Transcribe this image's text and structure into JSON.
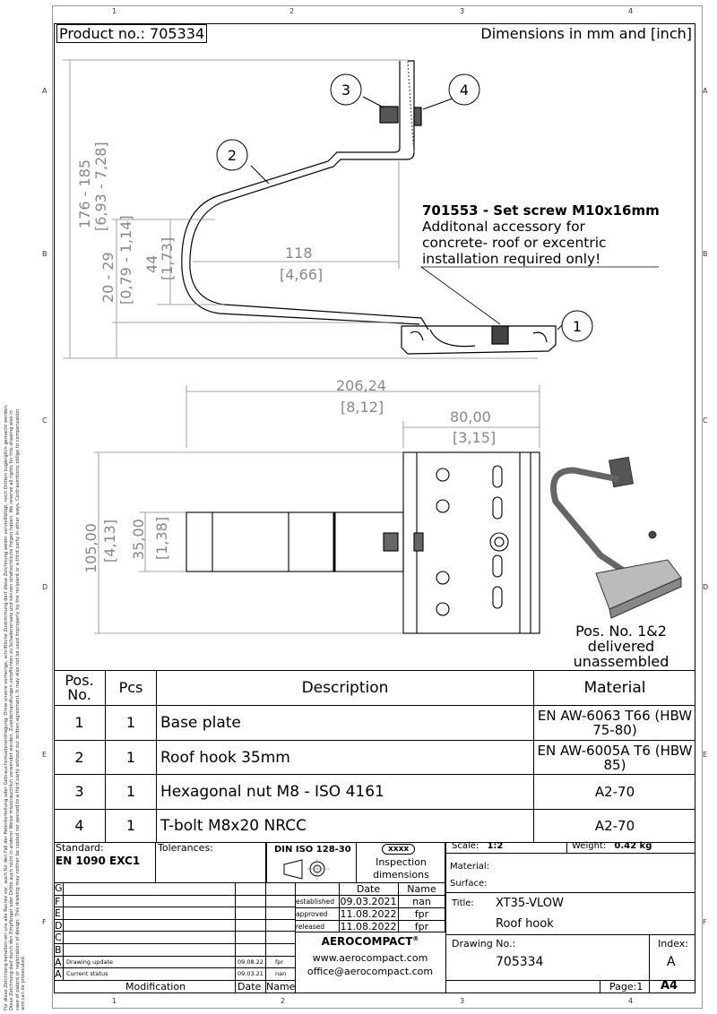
{
  "header": {
    "product_no": "Product no.: 705334",
    "units": "Dimensions in mm and [inch]"
  },
  "zones": {
    "cols": [
      "1",
      "2",
      "3",
      "4"
    ],
    "rows": [
      "A",
      "B",
      "C",
      "D",
      "E",
      "F"
    ]
  },
  "legal_notice": "Für diese Zeichnung behalten wir uns alle Rechte vor, auch für den Fall der Patenterteilung oder Gebrauchsmustereintragung. Ohne unsere vorherige, schriftliche Zustimmung darf diese Zeichnung weder vervielfältigt, noch Dritten zugänglich gemacht werden. Diese Zeichnung darf durch den Empfänger oder Dritte auch nicht in anderer Weise missbräuchlich verwendet werden. Zuwiderhandlungen verpflichten zu Schadenersatz und können strafrechtliche Folgen haben. We reserve all rights for this drawing also in case of patent or registration of design. This drawing may neither be copied nor opened to a third party without our written agreement. It may also not be used improperly by the recipient or a third party in other ways. Contraventions oblige to compensation and can be prosecuted.",
  "drawing": {
    "balloons": [
      "1",
      "2",
      "3",
      "4"
    ],
    "dims": {
      "overall_height": "176 - 185",
      "overall_height_in": "[6,93 - 7,28]",
      "base_height": "20 - 29",
      "base_height_in": "[0,79 - 1,14]",
      "gap": "44",
      "gap_in": "[1,73]",
      "reach": "118",
      "reach_in": "[4,66]",
      "length": "206,24",
      "length_in": "[8,12]",
      "plate": "80,00",
      "plate_in": "[3,15]",
      "width": "105,00",
      "width_in": "[4,13]",
      "hook_width": "35,00",
      "hook_width_in": "[1,38]"
    },
    "note": {
      "title": "701553 - Set screw M10x16mm",
      "line1": "Additonal accessory for",
      "line2": "concrete- roof or excentric",
      "line3": "installation required only!"
    },
    "delivery_note": {
      "line1": "Pos. No. 1&2",
      "line2": "delivered",
      "line3": "unassembled"
    }
  },
  "parts_table": {
    "headers": {
      "pos": "Pos. No.",
      "pcs": "Pcs",
      "description": "Description",
      "material": "Material"
    },
    "rows": [
      {
        "pos": "1",
        "pcs": "1",
        "description": "Base plate",
        "material": "EN AW-6063 T66 (HBW 75-80)"
      },
      {
        "pos": "2",
        "pcs": "1",
        "description": "Roof hook 35mm",
        "material": "EN AW-6005A T6 (HBW 85)"
      },
      {
        "pos": "3",
        "pcs": "1",
        "description": "Hexagonal nut M8 - ISO 4161",
        "material": "A2-70"
      },
      {
        "pos": "4",
        "pcs": "1",
        "description": "T-bolt M8x20 NRCC",
        "material": "A2-70"
      }
    ]
  },
  "title_block": {
    "standard_label": "Standard:",
    "standard": "EN 1090 EXC1",
    "tolerances_label": "Tolerances:",
    "din": "DIN ISO 128-30",
    "inspection_badge": "xxxx",
    "inspection_l1": "Inspection",
    "inspection_l2": "dimensions",
    "scale_label": "Scale:",
    "scale": "1:2",
    "weight_label": "Weight:",
    "weight": "0.42 kg",
    "material_label": "Material:",
    "surface_label": "Surface:",
    "title_label": "Title:",
    "title1": "XT35-VLOW",
    "title2": "Roof hook",
    "drawing_no_label": "Drawing No.:",
    "drawing_no": "705334",
    "index_label": "Index:",
    "index": "A",
    "page": "Page:1",
    "format": "A4",
    "date_header": "Date",
    "name_header": "Name",
    "approvals": [
      {
        "label": "established",
        "date": "09.03.2021",
        "name": "nan"
      },
      {
        "label": "approved",
        "date": "11.08.2022",
        "name": "fpr"
      },
      {
        "label": "released",
        "date": "11.08.2022",
        "name": "fpr"
      }
    ],
    "company": "AEROCOMPACT",
    "reg": "®",
    "web": "www.aerocompact.com",
    "email": "office@aerocompact.com",
    "revisions": [
      {
        "idx": "G",
        "text": "",
        "date": "",
        "name": ""
      },
      {
        "idx": "F",
        "text": "",
        "date": "",
        "name": ""
      },
      {
        "idx": "E",
        "text": "",
        "date": "",
        "name": ""
      },
      {
        "idx": "D",
        "text": "",
        "date": "",
        "name": ""
      },
      {
        "idx": "C",
        "text": "",
        "date": "",
        "name": ""
      },
      {
        "idx": "B",
        "text": "",
        "date": "",
        "name": ""
      },
      {
        "idx": "A",
        "text": "Drawing update",
        "date": "09.08.22",
        "name": "fpr"
      },
      {
        "idx": "A",
        "text": "Current status",
        "date": "09.03.21",
        "name": "nan"
      }
    ],
    "mod_label": "Modification",
    "mod_date": "Date",
    "mod_name": "Name"
  }
}
